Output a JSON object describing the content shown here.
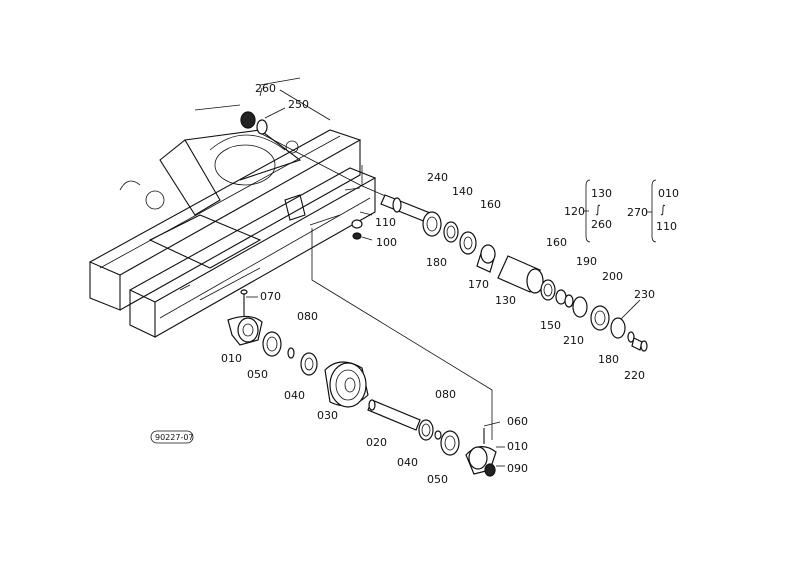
{
  "figure_code": "90227-07",
  "labels": {
    "l260a": "260",
    "l250": "250",
    "l240": "240",
    "l140": "140",
    "l160a": "160",
    "l110": "110",
    "l100": "100",
    "l180a": "180",
    "l170": "170",
    "l130": "130",
    "l160b": "160",
    "l190": "190",
    "l200": "200",
    "l230": "230",
    "l150": "150",
    "l210": "210",
    "l180b": "180",
    "l220": "220",
    "l070": "070",
    "l080a": "080",
    "l010a": "010",
    "l050a": "050",
    "l040a": "040",
    "l030": "030",
    "l020": "020",
    "l080b": "080",
    "l060": "060",
    "l010b": "010",
    "l040b": "040",
    "l050b": "050",
    "l090": "090"
  },
  "groups": {
    "g120": {
      "head": "120",
      "top": "130",
      "bottom": "260"
    },
    "g270": {
      "head": "270",
      "top": "010",
      "bottom": "110"
    }
  }
}
